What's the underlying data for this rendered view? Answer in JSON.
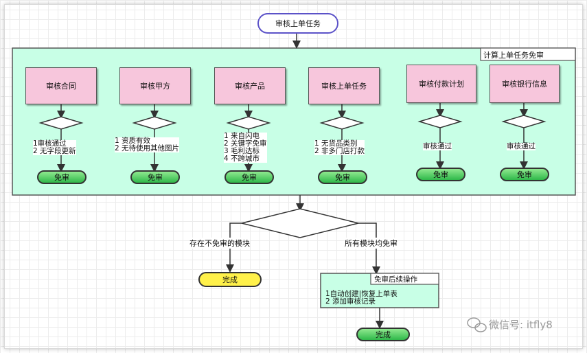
{
  "start": "审核上单任务",
  "group_label": "计算上单任务免审",
  "columns": [
    {
      "box": "审核合同",
      "conditions": [
        "1审核通过",
        "2 无字段更新"
      ],
      "result": "免审"
    },
    {
      "box": "审核甲方",
      "conditions": [
        "1 资质有效",
        "2 无待使用其他图片"
      ],
      "result": "免审"
    },
    {
      "box": "审核产品",
      "conditions": [
        "1 来自闪电",
        "2 关键字免审",
        "3 毛利达标",
        "4 不跨城市"
      ],
      "result": "免审"
    },
    {
      "box": "审核上单任务",
      "conditions": [
        "1 无货品类别",
        "2 非多门店打款"
      ],
      "result": "免审"
    },
    {
      "box": "审核付款计划",
      "conditions": [
        "审核通过"
      ],
      "result": "免审"
    },
    {
      "box": "审核银行信息",
      "conditions": [
        "审核通过"
      ],
      "result": "免审"
    }
  ],
  "branch_left": "存在不免审的模块",
  "branch_right": "所有模块均免审",
  "left_end": "完成",
  "post_title": "免审后续操作",
  "post_lines": [
    "1自动创建|恢复上单表",
    "2 添加审核记录"
  ],
  "right_end": "完成",
  "watermark": "微信号: itfly8",
  "colors": {
    "panel": "#c8ffe6",
    "pink": "#f7c6dc",
    "green": "#3cc45a",
    "yellow": "#fff14a",
    "start_border": "#5b52c8"
  }
}
